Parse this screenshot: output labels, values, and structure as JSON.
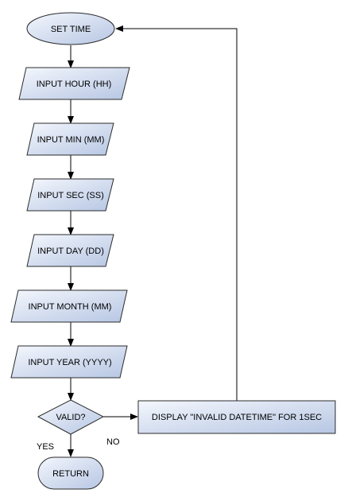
{
  "diagram": {
    "nodes": {
      "start": {
        "label": "SET TIME",
        "shape": "ellipse"
      },
      "hour": {
        "label": "INPUT HOUR (HH)",
        "shape": "parallelogram"
      },
      "min": {
        "label": "INPUT MIN (MM)",
        "shape": "parallelogram"
      },
      "sec": {
        "label": "INPUT SEC (SS)",
        "shape": "parallelogram"
      },
      "day": {
        "label": "INPUT DAY (DD)",
        "shape": "parallelogram"
      },
      "month": {
        "label": "INPUT MONTH (MM)",
        "shape": "parallelogram"
      },
      "year": {
        "label": "INPUT YEAR (YYYY)",
        "shape": "parallelogram"
      },
      "valid": {
        "label": "VALID?",
        "shape": "diamond"
      },
      "error": {
        "label": "DISPLAY \"INVALID DATETIME\" FOR 1SEC",
        "shape": "rectangle"
      },
      "ret": {
        "label": "RETURN",
        "shape": "rounded"
      }
    },
    "edges": {
      "yes_label": "YES",
      "no_label": "NO"
    },
    "colors": {
      "fill_light": "#eef2fb",
      "fill_dark": "#b9c8e4",
      "stroke": "#2b2b2b",
      "line": "#000000"
    }
  }
}
